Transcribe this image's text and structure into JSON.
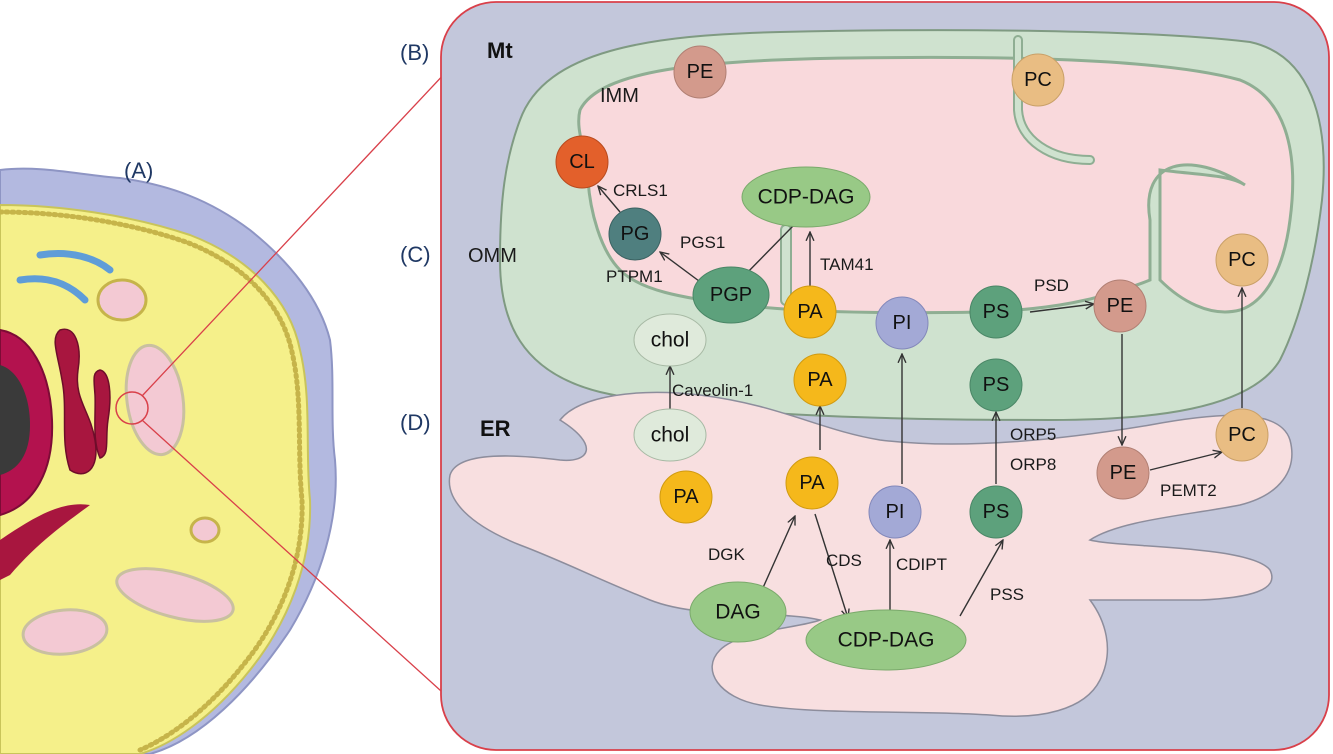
{
  "panel_labels": {
    "a": "(A)",
    "b": "(B)",
    "c": "(C)",
    "d": "(D)"
  },
  "regions": {
    "mt": "Mt",
    "er": "ER",
    "imm": "IMM",
    "omm": "OMM"
  },
  "nodes": {
    "pe_top": "PE",
    "pc_top": "PC",
    "cl": "CL",
    "pg": "PG",
    "cdpdag_mt": "CDP-DAG",
    "pgp": "PGP",
    "pa_imm": "PA",
    "pi_mt": "PI",
    "ps_imm": "PS",
    "pe_imm": "PE",
    "pc_right": "PC",
    "chol_mt": "chol",
    "pa_omm": "PA",
    "ps_omm": "PS",
    "chol_er": "chol",
    "pa_er1": "PA",
    "pa_er2": "PA",
    "pi_er": "PI",
    "ps_er": "PS",
    "pe_er": "PE",
    "pc_er": "PC",
    "dag": "DAG",
    "cdpdag_er": "CDP-DAG"
  },
  "enzymes": {
    "crls1": "CRLS1",
    "pgs1": "PGS1",
    "ptpm1": "PTPM1",
    "tam41": "TAM41",
    "psd": "PSD",
    "caveolin": "Caveolin-1",
    "orp5": "ORP5",
    "orp8": "ORP8",
    "pemt2": "PEMT2",
    "dgk": "DGK",
    "cds": "CDS",
    "cdipt": "CDIPT",
    "pss": "PSS"
  },
  "colors": {
    "cytoplasm": "#c3c7db",
    "border": "#d9404a",
    "omm": "#cfe2cf",
    "matrix": "#f9d9dc",
    "er": "#f8dfe0",
    "pe": "#d39a8c",
    "pc": "#e9bd83",
    "cl": "#e3602b",
    "pg": "#4f7f7f",
    "green": "#5da17c",
    "pa": "#f5b81b",
    "pi": "#a3a9d6",
    "lightgreen": "#98c986",
    "chol": "#dfeadb"
  }
}
